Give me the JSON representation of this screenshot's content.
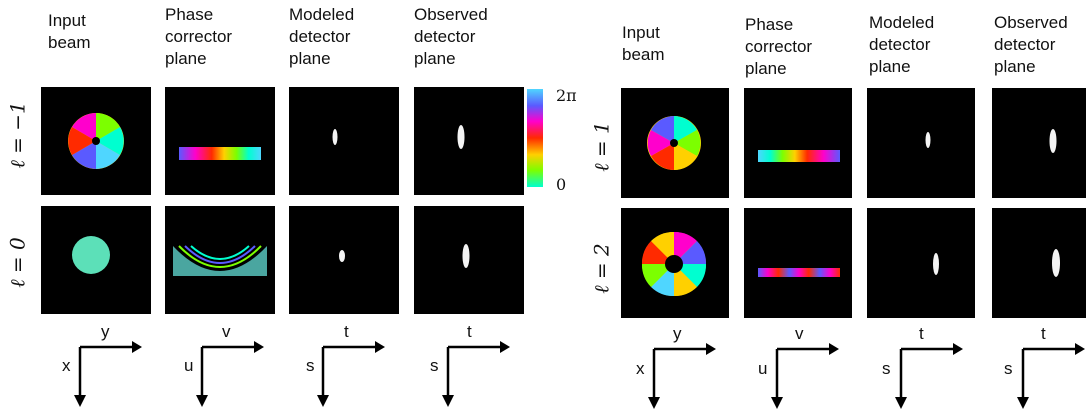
{
  "left": {
    "headers": [
      "Input\nbeam",
      "Phase\ncorrector\nplane",
      "Modeled\ndetector\nplane",
      "Observed\ndetector\nplane"
    ],
    "rows": [
      "ℓ = −1",
      "ℓ = 0"
    ],
    "axes": [
      {
        "top": "y",
        "side": "x"
      },
      {
        "top": "v",
        "side": "u"
      },
      {
        "top": "t",
        "side": "s"
      },
      {
        "top": "t",
        "side": "s"
      }
    ]
  },
  "right": {
    "headers": [
      "Input\nbeam",
      "Phase\ncorrector\nplane",
      "Modeled\ndetector\nplane",
      "Observed\ndetector\nplane"
    ],
    "rows": [
      "ℓ = 1",
      "ℓ = 2"
    ],
    "axes": [
      {
        "top": "y",
        "side": "x"
      },
      {
        "top": "v",
        "side": "u"
      },
      {
        "top": "t",
        "side": "s"
      },
      {
        "top": "t",
        "side": "s"
      }
    ]
  },
  "colorbar": {
    "max_label": "2π",
    "min_label": "0"
  },
  "colors": {
    "phase_gradient": [
      "#00ffd0",
      "#7cff00",
      "#ffd000",
      "#ff2a00",
      "#ff00cc",
      "#5a5aff",
      "#4fd6ff"
    ]
  }
}
